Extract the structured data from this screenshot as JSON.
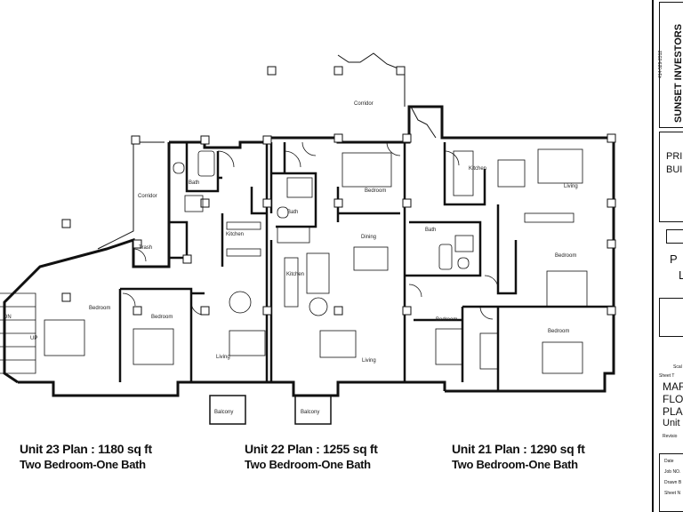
{
  "units": [
    {
      "plan": "Unit 23 Plan : 1180 sq ft",
      "type": "Two Bedroom-One Bath"
    },
    {
      "plan": "Unit 22 Plan : 1255 sq ft",
      "type": "Two Bedroom-One Bath"
    },
    {
      "plan": "Unit 21 Plan : 1290 sq ft",
      "type": "Two Bedroom-One Bath"
    }
  ],
  "rooms": {
    "corridor_top": "Corridor",
    "corridor_left": "Corridor",
    "trash": "Trash",
    "bath_23": "Bath",
    "kitchen_23": "Kitchen",
    "bedroom_23a": "Bedroom",
    "bedroom_23b": "Bedroom",
    "living_23": "Living",
    "balcony_23": "Balcony",
    "bath_22": "Bath",
    "kitchen_22": "Kitchen",
    "bedroom_22": "Bedroom",
    "dining_22": "Dining",
    "living_22": "Living",
    "balcony_22": "Balcony",
    "kitchen_21": "Kitchen",
    "living_21": "Living",
    "bath_21": "Bath",
    "bedroom_21a": "Bedroom",
    "bedroom_21b": "Bedroom",
    "bedroom_21c": "Bedroom",
    "stair_left": "DN",
    "stair_right": "UP"
  },
  "title_block": {
    "firm": "SUNSET INVESTORS",
    "phone": "414-529-2312",
    "frag_pri": "PRI",
    "frag_bui": "BUI",
    "frag_p": "P",
    "frag_l": "L",
    "frag_scal": "Scal",
    "frag_sheet": "Sheet T",
    "frag_mar": "MAR",
    "frag_flo": "FLO",
    "frag_pla": "PLA",
    "frag_unit": "Unit",
    "frag_revis": "Revisio",
    "frag_date": "Date",
    "frag_job": "Job NO.",
    "frag_drawn": "Drawn B",
    "frag_sheetno": "Sheet N"
  }
}
